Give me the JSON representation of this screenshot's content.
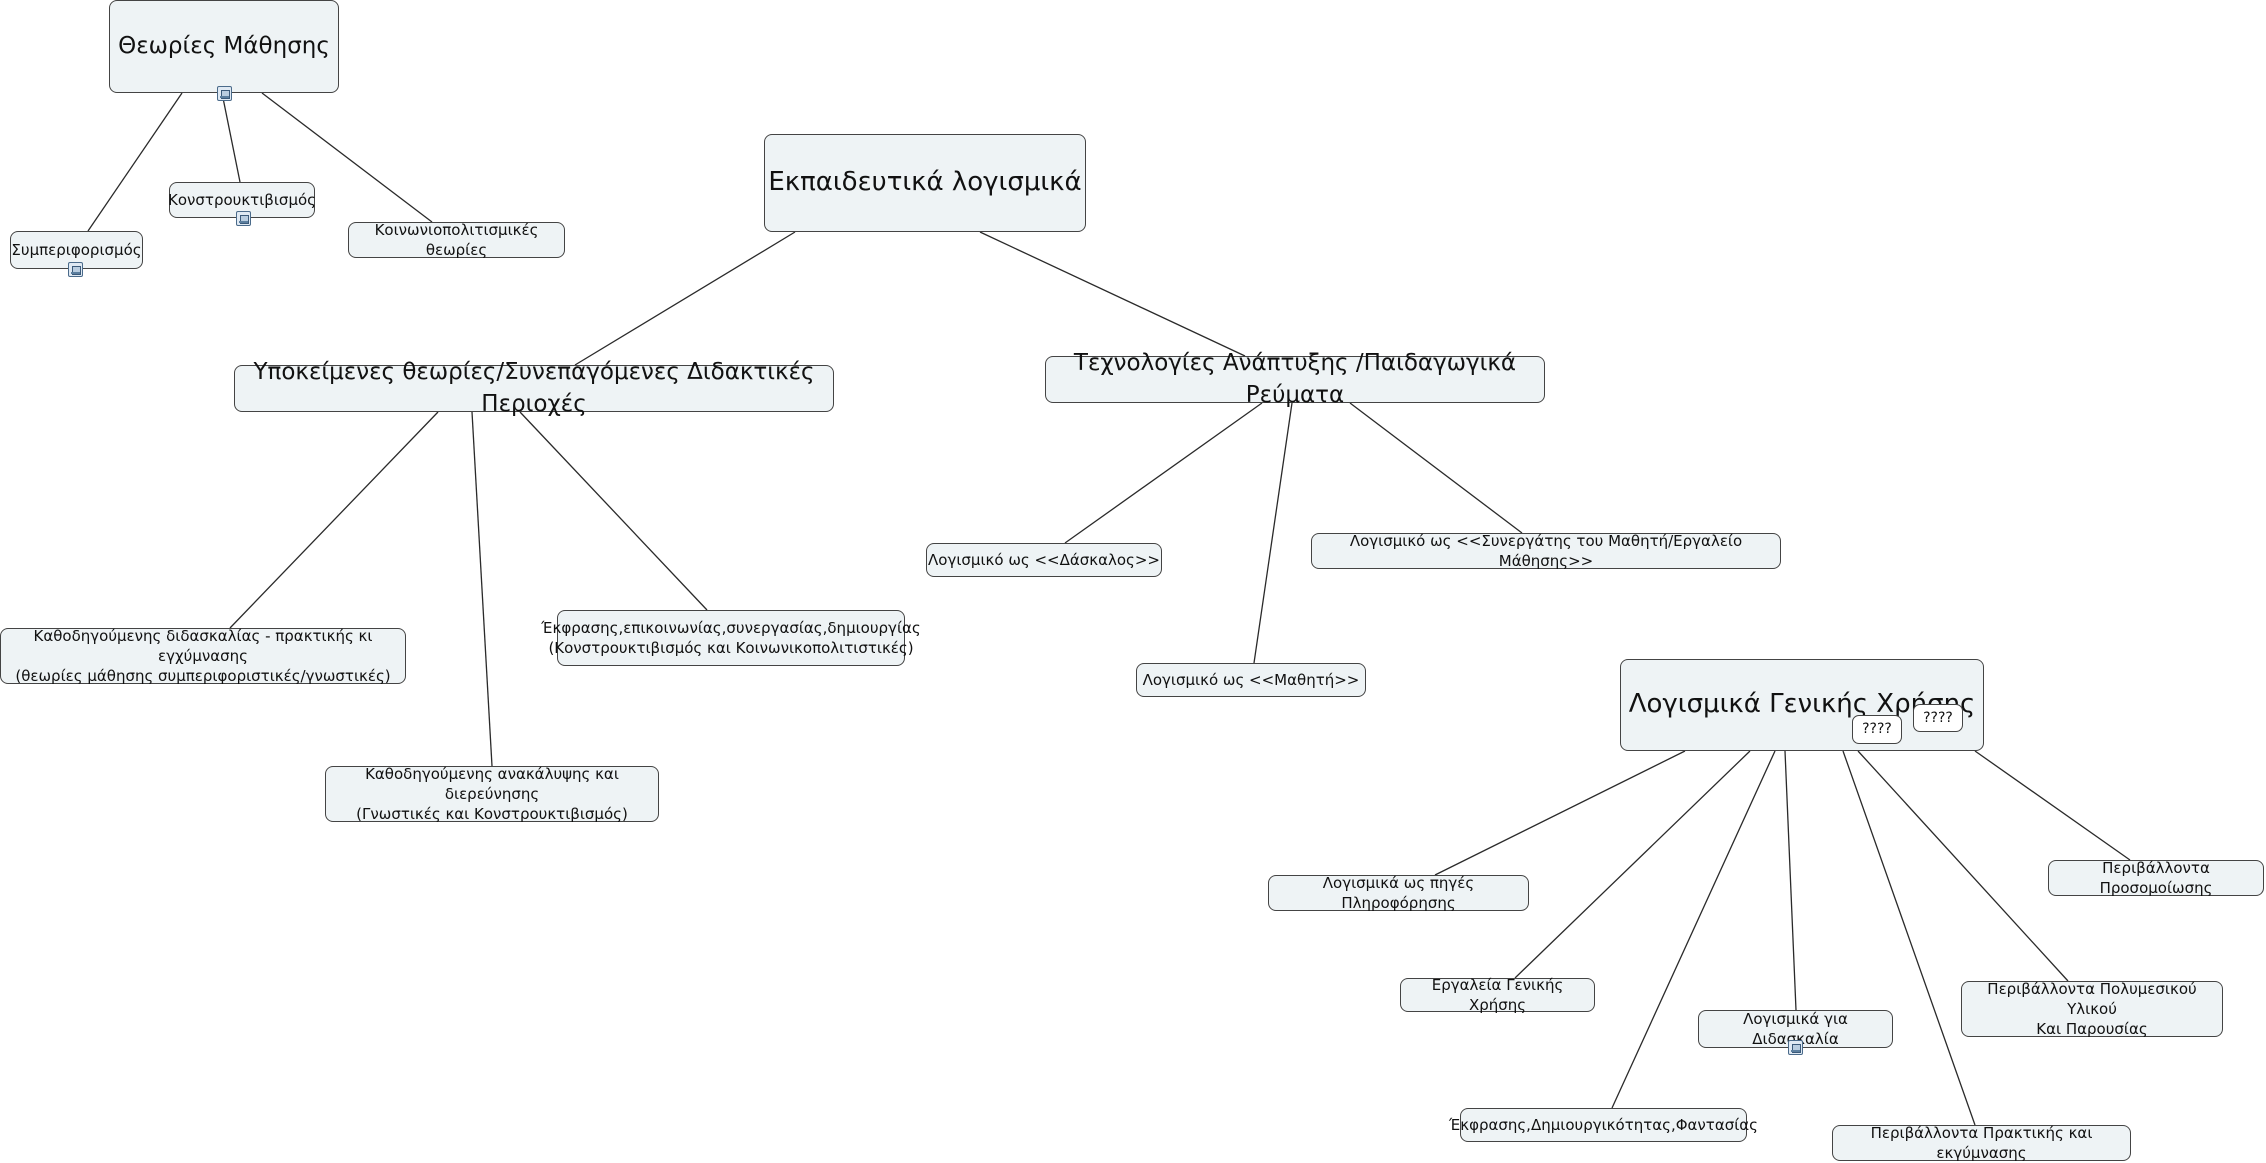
{
  "diagram": {
    "theories": {
      "title": "Θεωρίες Μάθησης",
      "children": [
        "Συμπεριφορισμός",
        "Κονστρουκτιβισμός",
        "Κοινωνιοπολιτισμικές θεωρίες"
      ]
    },
    "root": {
      "title": "Εκπαιδευτικά λογισμικά"
    },
    "underlying": {
      "title": "Υποκείμενες θεωρίες/Συνεπαγόμενες Διδακτικές Περιοχές",
      "children": [
        "Καθοδηγούμενης διδασκαλίας - πρακτικής κι εγχύμνασης\n(θεωρίες μάθησης συμπεριφοριστικές/γνωστικές)",
        "Καθοδηγούμενης ανακάλυψης και διερεύνησης\n(Γνωστικές και Κονστρουκτιβισμός)",
        "Έκφρασης,επικοινωνίας,συνεργασίας,δημιουργίας\n(Κονστρουκτιβισμός και Κοινωνικοπολιτιστικές)"
      ]
    },
    "technologies": {
      "title": "Τεχνολογίες Ανάπτυξης /Παιδαγωγικά Ρεύματα",
      "children": [
        "Λογισμικό ως <<Δάσκαλος>>",
        "Λογισμικό ως <<Μαθητή>>",
        "Λογισμικό ως <<Συνεργάτης του Μαθητή/Εργαλείο Μάθησης>>"
      ]
    },
    "general": {
      "title": "Λογισμικά Γενικής Χρήσης",
      "notes": [
        "????",
        "????"
      ],
      "children": [
        "Λογισμικά ως πηγές Πληροφόρησης",
        "Εργαλεία Γενικής Χρήσης",
        "Έκφρασης,Δημιουργικότητας,Φαντασίας",
        "Λογισμικά για Διδασκαλία",
        "Περιβάλλοντα Πρακτικής και εκγύμνασης",
        "Περιβάλλοντα Πολυμεσικού Υλικού\nΚαι Παρουσίας",
        "Περιβάλλοντα Προσομοίωσης"
      ]
    }
  }
}
